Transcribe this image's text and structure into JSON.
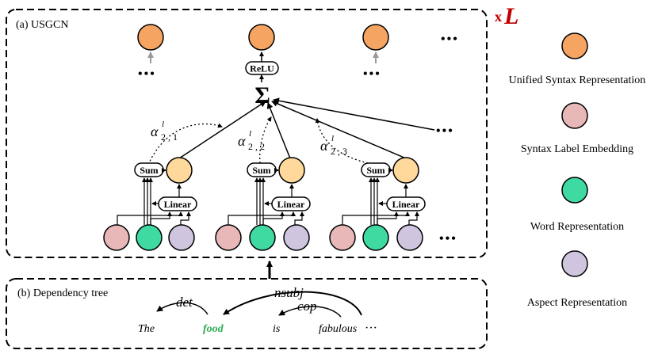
{
  "panel_a": {
    "title": "(a) USGCN"
  },
  "panel_b": {
    "title": "(b) Dependency tree"
  },
  "multiplier": {
    "x": "x",
    "L": "L"
  },
  "ops": {
    "relu": "ReLU",
    "sum": "Sum",
    "linear": "Linear",
    "sigma": "Σ",
    "ellipsis": "•••"
  },
  "alphas": [
    {
      "base": "α",
      "sup": "l",
      "sub": "2 , 1"
    },
    {
      "base": "α",
      "sup": "l",
      "sub": "2 , 2"
    },
    {
      "base": "α",
      "sup": "l",
      "sub": "2 , 3"
    }
  ],
  "legend": [
    {
      "label": "Unified Syntax Representation",
      "color": "#F5A462"
    },
    {
      "label": "Syntax Label Embedding",
      "color": "#E8B8B8"
    },
    {
      "label": "Word Representation",
      "color": "#3FD9A2"
    },
    {
      "label": "Aspect Representation",
      "color": "#CFC5DF"
    }
  ],
  "colors": {
    "usr": "#F5A462",
    "usr_mid": "#FFD99B",
    "syntax": "#E8B8B8",
    "word": "#3FD9A2",
    "aspect": "#CFC5DF",
    "accent": "#C00000",
    "food": "#2EAA55"
  },
  "dependency": {
    "words": [
      "The",
      "food",
      "is",
      "fabulous",
      "···"
    ],
    "labels": {
      "det": "det",
      "nsubj": "nsubj",
      "cop": "cop"
    }
  }
}
